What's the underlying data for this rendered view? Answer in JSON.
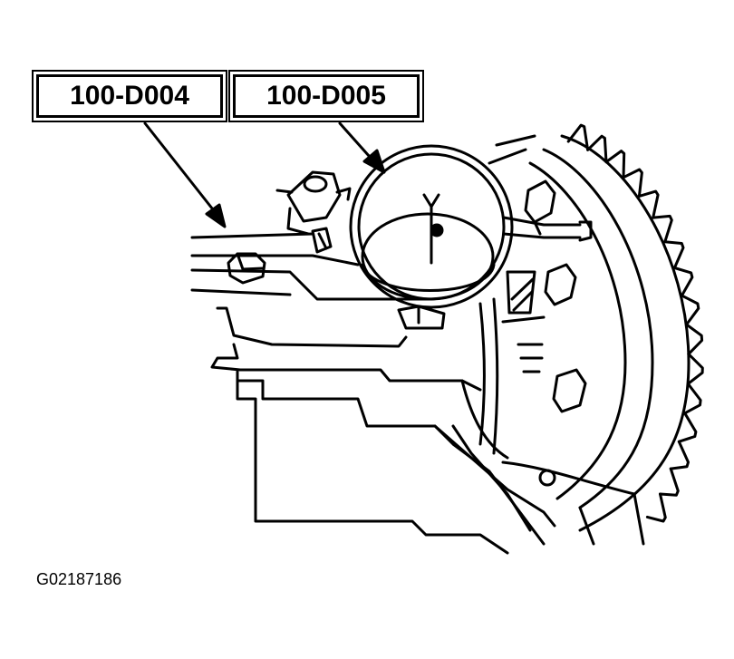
{
  "callouts": {
    "first": "100-D004",
    "second": "100-D005"
  },
  "figure_id": "G02187186",
  "colors": {
    "ink": "#000000",
    "paper": "#ffffff"
  }
}
